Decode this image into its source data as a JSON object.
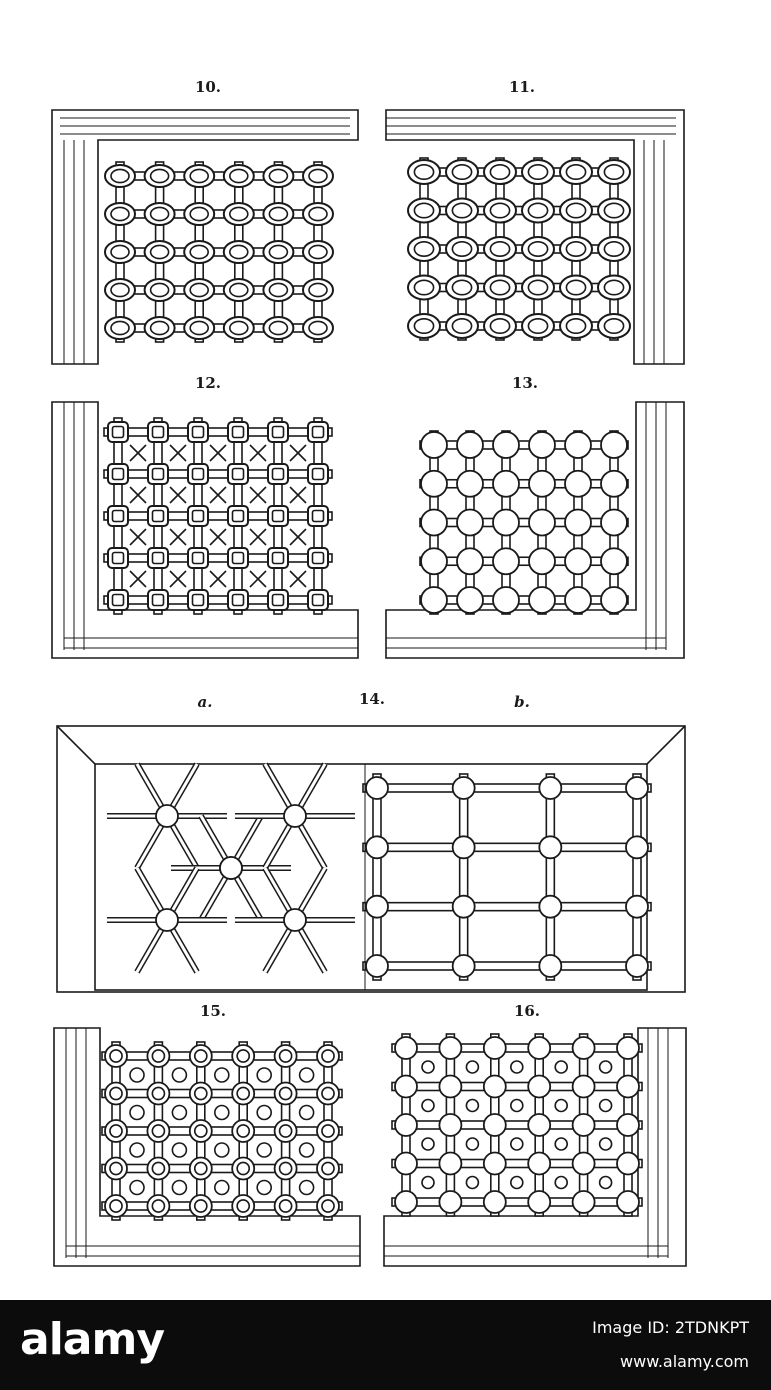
{
  "figures": {
    "f10": "10.",
    "f11": "11.",
    "f12": "12.",
    "f13": "13.",
    "f14": "14.",
    "f14a": "a.",
    "f14b": "b.",
    "f15": "15.",
    "f16": "16."
  },
  "footer": {
    "brand": "alamy",
    "image_id": "Image ID: 2TDNKPT",
    "site": "www.alamy.com"
  },
  "colors": {
    "ink": "#1a1a1a",
    "paper": "#ffffff",
    "footer_bg": "#0c0c0c"
  }
}
